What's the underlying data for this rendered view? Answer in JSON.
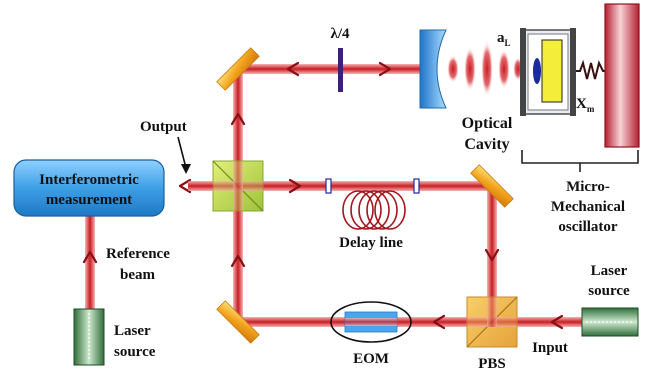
{
  "labels": {
    "lambda_quarter": "λ/4",
    "a_l_main": "a",
    "a_l_sub": "L",
    "x_m_main": "X",
    "x_m_sub": "m",
    "optical": "Optical",
    "cavity": "Cavity",
    "micro": "Micro-",
    "mechanical": "Mechanical",
    "oscillator": "oscillator",
    "output": "Output",
    "interfero_1": "Interferometric",
    "interfero_2": "measurement",
    "delay_line": "Delay line",
    "reference": "Reference",
    "beam": "beam",
    "laser_right_1": "Laser",
    "laser_right_2": "source",
    "laser_left_1": "Laser",
    "laser_left_2": "source",
    "eom": "EOM",
    "pbs": "PBS",
    "input": "Input"
  },
  "colors": {
    "beam": "#d4252a",
    "beam_glow": "#f2a3a3",
    "mirror": "#f0a820",
    "splitter": "#c6d94a",
    "cavity_mirror": "#3aa0e6",
    "oscillator_wall": "#c8283a",
    "measurement_box": "#3a9be0",
    "waveplate": "#3b1f7a",
    "laser_source": "#1f5f2c"
  }
}
